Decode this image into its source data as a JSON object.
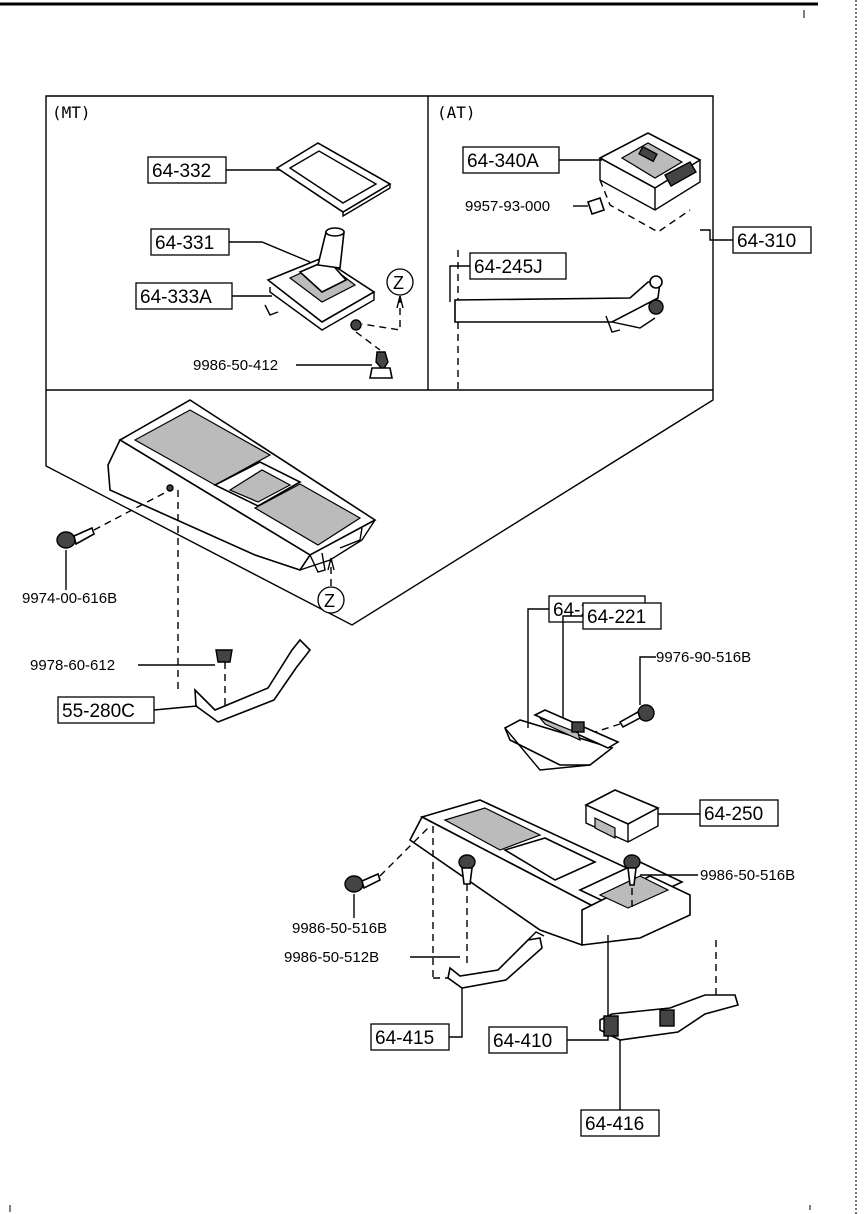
{
  "sections": {
    "mt": "(MT)",
    "at": "(AT)"
  },
  "ref_marker": "Z",
  "part_numbers": {
    "p64_332": "64-332",
    "p64_331": "64-331",
    "p64_333A": "64-333A",
    "p9986_50_412": "9986-50-412",
    "p64_340A": "64-340A",
    "p9957_93_000": "9957-93-000",
    "p64_245J": "64-245J",
    "p64_310": "64-310",
    "p9974_00_616B": "9974-00-616B",
    "p9978_60_612": "9978-60-612",
    "p55_280C": "55-280C",
    "p64_221Z": "64-221Z",
    "p64_221": "64-221",
    "p9976_90_516B": "9976-90-516B",
    "p64_250": "64-250",
    "p9986_50_516B_right": "9986-50-516B",
    "p9986_50_516B_left": "9986-50-516B",
    "p9986_50_512B": "9986-50-512B",
    "p64_415": "64-415",
    "p64_410": "64-410",
    "p64_416": "64-416"
  }
}
